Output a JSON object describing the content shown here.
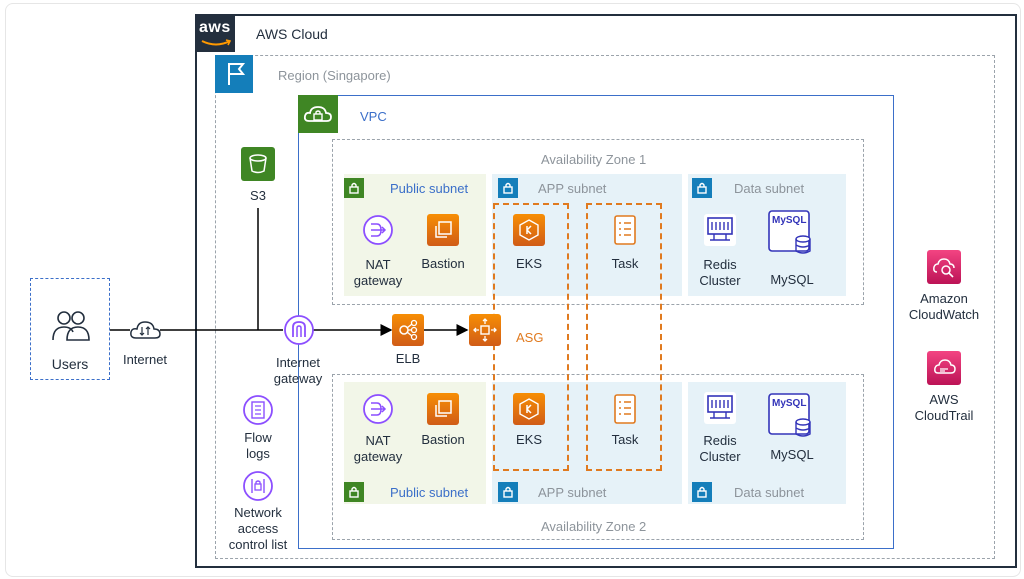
{
  "cloud": {
    "title": "AWS Cloud",
    "logo": "aws"
  },
  "region": {
    "label": "Region (Singapore)"
  },
  "vpc": {
    "label": "VPC"
  },
  "az1": {
    "label": "Availability Zone 1"
  },
  "az2": {
    "label": "Availability Zone 2"
  },
  "subnets": {
    "public": "Public subnet",
    "app": "APP subnet",
    "data": "Data subnet"
  },
  "users": {
    "label": "Users"
  },
  "internet": {
    "label": "Internet"
  },
  "s3": {
    "label": "S3"
  },
  "igw": {
    "line1": "Internet",
    "line2": "gateway"
  },
  "elb": {
    "label": "ELB"
  },
  "asg": {
    "label": "ASG"
  },
  "nat": {
    "line1": "NAT",
    "line2": "gateway"
  },
  "bastion": {
    "label": "Bastion"
  },
  "eks": {
    "label": "EKS"
  },
  "task": {
    "label": "Task"
  },
  "redis": {
    "line1": "Redis",
    "line2": "Cluster"
  },
  "mysql": {
    "label": "MySQL",
    "badge": "MySQL"
  },
  "flowlogs": {
    "line1": "Flow",
    "line2": "logs"
  },
  "nacl": {
    "line1": "Network",
    "line2": "access",
    "line3": "control list"
  },
  "cloudwatch": {
    "line1": "Amazon",
    "line2": "CloudWatch"
  },
  "cloudtrail": {
    "line1": "AWS",
    "line2": "CloudTrail"
  },
  "colors": {
    "orange": "#e07a1f",
    "green": "#3f8624",
    "vpc_blue": "#3b6fc9",
    "purple": "#8c4fff",
    "pink": "#d6246e",
    "region_blue": "#147eba"
  }
}
